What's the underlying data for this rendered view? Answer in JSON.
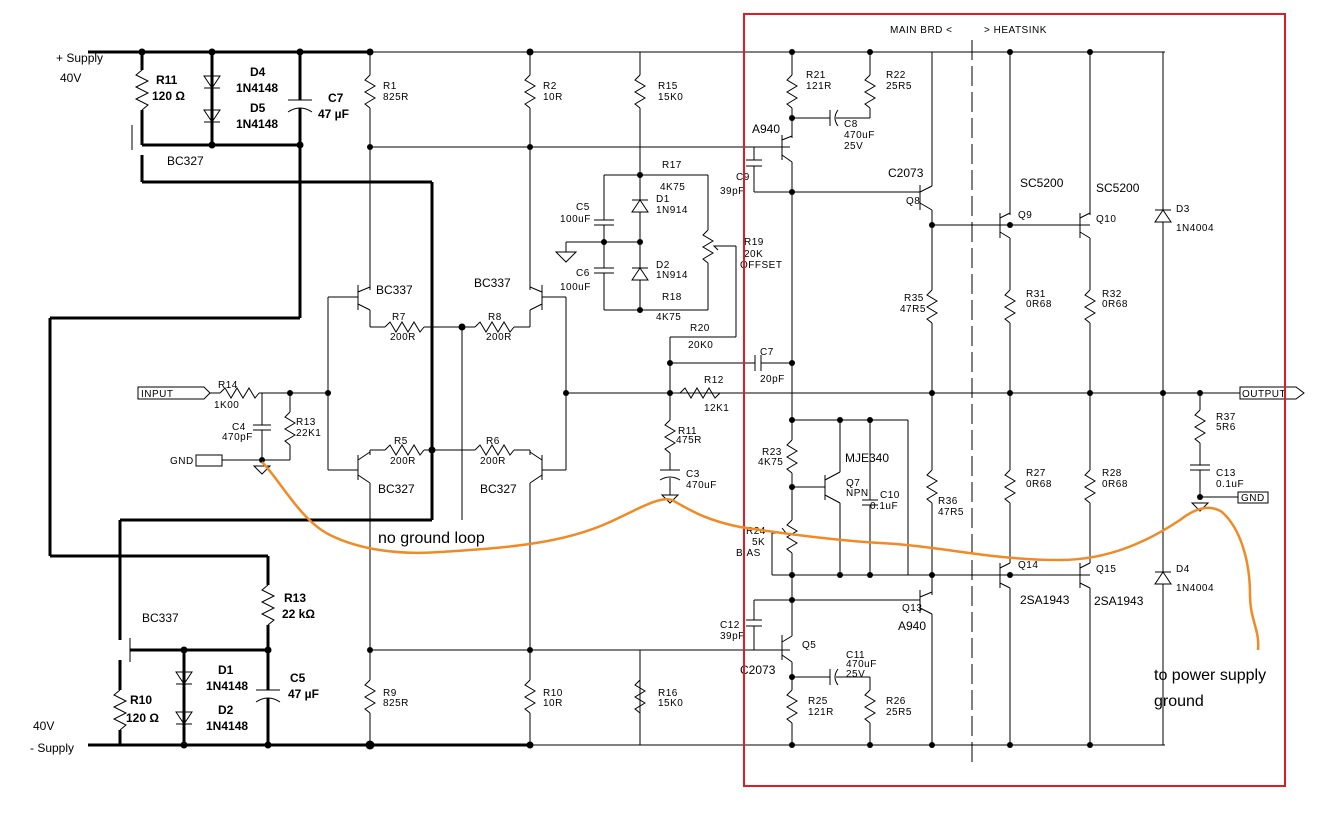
{
  "colors": {
    "highlight_box": "#e01b24",
    "annotation_line": "#f08a24",
    "wire": "#000000"
  },
  "supply": {
    "pos_label": "+ Supply",
    "pos_voltage": "40V",
    "neg_label": "- Supply",
    "neg_voltage": "40V"
  },
  "ports": {
    "input": "INPUT",
    "output": "OUTPUT",
    "gnd_in": "GND",
    "gnd_out": "GND"
  },
  "board_split": {
    "main": "MAIN BRD <",
    "heatsink": "> HEATSINK"
  },
  "reg_top": {
    "r11_name": "R11",
    "r11_val": "120 Ω",
    "d4_name": "D4",
    "d4_val": "1N4148",
    "d5_name": "D5",
    "d5_val": "1N4148",
    "c7_name": "C7",
    "c7_val": "47 µF",
    "q_name": "BC327"
  },
  "reg_bottom": {
    "q_name": "BC337",
    "r13_name": "R13",
    "r13_val": "22 kΩ",
    "d1_name": "D1",
    "d1_val": "1N4148",
    "d2_name": "D2",
    "d2_val": "1N4148",
    "c5_name": "C5",
    "c5_val": "47 µF",
    "r10_name": "R10",
    "r10_val": "120 Ω"
  },
  "parts": {
    "r1": [
      "R1",
      "825R"
    ],
    "r2": [
      "R2",
      "10R"
    ],
    "r15": [
      "R15",
      "15K0"
    ],
    "r7": [
      "R7",
      "200R"
    ],
    "r8": [
      "R8",
      "200R"
    ],
    "r5": [
      "R5",
      "200R"
    ],
    "r6": [
      "R6",
      "200R"
    ],
    "r14": [
      "R14",
      "1K00"
    ],
    "r13": [
      "R13",
      "22K1"
    ],
    "c4": [
      "C4",
      "470pF"
    ],
    "r9": [
      "R9",
      "825R"
    ],
    "r10": [
      "R10",
      "10R"
    ],
    "r16": [
      "R16",
      "15K0"
    ],
    "r17": [
      "R17",
      "4K75"
    ],
    "r18": [
      "R18",
      "4K75"
    ],
    "r19": [
      "R19",
      "20K",
      "OFFSET"
    ],
    "r20": [
      "R20",
      "20K0"
    ],
    "r12": [
      "R12",
      "12K1"
    ],
    "r11": [
      "R11",
      "475R"
    ],
    "c3": [
      "C3",
      "470uF"
    ],
    "c5": [
      "C5",
      "100uF"
    ],
    "c6": [
      "C6",
      "100uF"
    ],
    "d1": [
      "D1",
      "1N914"
    ],
    "d2": [
      "D2",
      "1N914"
    ],
    "c7": [
      "C7",
      "20pF"
    ],
    "c9": [
      "C9",
      "39pF"
    ],
    "c12": [
      "C12",
      "39pF"
    ],
    "r21": [
      "R21",
      "121R"
    ],
    "r22": [
      "R22",
      "25R5"
    ],
    "c8": [
      "C8",
      "470uF",
      "25V"
    ],
    "r23": [
      "R23",
      "4K75"
    ],
    "r24": [
      "R24",
      "5K",
      "BIAS"
    ],
    "c10": [
      "C10",
      "0.1uF"
    ],
    "r25": [
      "R25",
      "121R"
    ],
    "r26": [
      "R26",
      "25R5"
    ],
    "c11": [
      "C11",
      "470uF",
      "25V"
    ],
    "r35": [
      "R35",
      "47R5"
    ],
    "r36": [
      "R36",
      "47R5"
    ],
    "r31": [
      "R31",
      "0R68"
    ],
    "r32": [
      "R32",
      "0R68"
    ],
    "r27": [
      "R27",
      "0R68"
    ],
    "r28": [
      "R28",
      "0R68"
    ],
    "r37": [
      "R37",
      "5R6"
    ],
    "c13": [
      "C13",
      "0.1uF"
    ],
    "d3": [
      "D3",
      "1N4004"
    ],
    "d4": [
      "D4",
      "1N4004"
    ]
  },
  "transistors": {
    "q_bc337_l": "BC337",
    "q_bc337_r": "BC337",
    "q_bc327_l": "BC327",
    "q_bc327_r": "BC327",
    "a940_top": "A940",
    "c2073_top": "C2073",
    "q8": "Q8",
    "sc5200_a": "SC5200",
    "sc5200_b": "SC5200",
    "q9": "Q9",
    "q10": "Q10",
    "mje340": "MJE340",
    "q7": "Q7",
    "q7_type": "NPN",
    "q13": "Q13",
    "a940_bot": "A940",
    "q5": "Q5",
    "c2073_bot": "C2073",
    "q14": "Q14",
    "q15": "Q15",
    "sa1943_a": "2SA1943",
    "sa1943_b": "2SA1943"
  },
  "annotations": {
    "no_ground_loop": "no ground loop",
    "to_psu_1": "to power supply",
    "to_psu_2": "ground"
  }
}
